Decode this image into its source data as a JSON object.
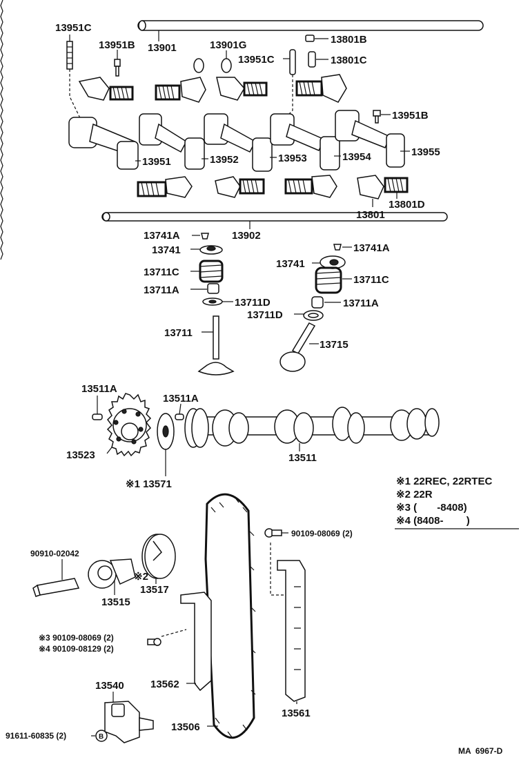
{
  "parts": {
    "p13951C_a": "13951C",
    "p13951B_a": "13951B",
    "p13901": "13901",
    "p13901G": "13901G",
    "p13951C_b": "13951C",
    "p13801B": "13801B",
    "p13801C": "13801C",
    "p13951B_b": "13951B",
    "p13951": "13951",
    "p13952": "13952",
    "p13953": "13953",
    "p13954": "13954",
    "p13955": "13955",
    "p13801D": "13801D",
    "p13801": "13801",
    "p13902": "13902",
    "p13741A_l": "13741A",
    "p13741_l": "13741",
    "p13711C_l": "13711C",
    "p13711A_l": "13711A",
    "p13711D_l": "13711D",
    "p13711": "13711",
    "p13741A_r": "13741A",
    "p13741_r": "13741",
    "p13711C_r": "13711C",
    "p13711A_r": "13711A",
    "p13711D_r": "13711D",
    "p13715": "13715",
    "p13511A_l": "13511A",
    "p13511A_r": "13511A",
    "p13523": "13523",
    "p13571": "※1 13571",
    "p13511": "13511",
    "p90109_top": "90109-08069 (2)",
    "p90910": "90910-02042",
    "p13515": "13515",
    "p13517": "13517",
    "p_note2": "※2",
    "p90109_3": "※3 90109-08069 (2)",
    "p90109_4": "※4 90109-08129 (2)",
    "p13562": "13562",
    "p13540": "13540",
    "p91611": "91611-60835 (2)",
    "p_b": "B",
    "p13506": "13506",
    "p13561": "13561"
  },
  "legend": [
    "※1 22REC, 22RTEC",
    "※2 22R",
    "※3 (       -8408)",
    "※4 (8408-        )"
  ],
  "figure_code": "MA  6967-D"
}
